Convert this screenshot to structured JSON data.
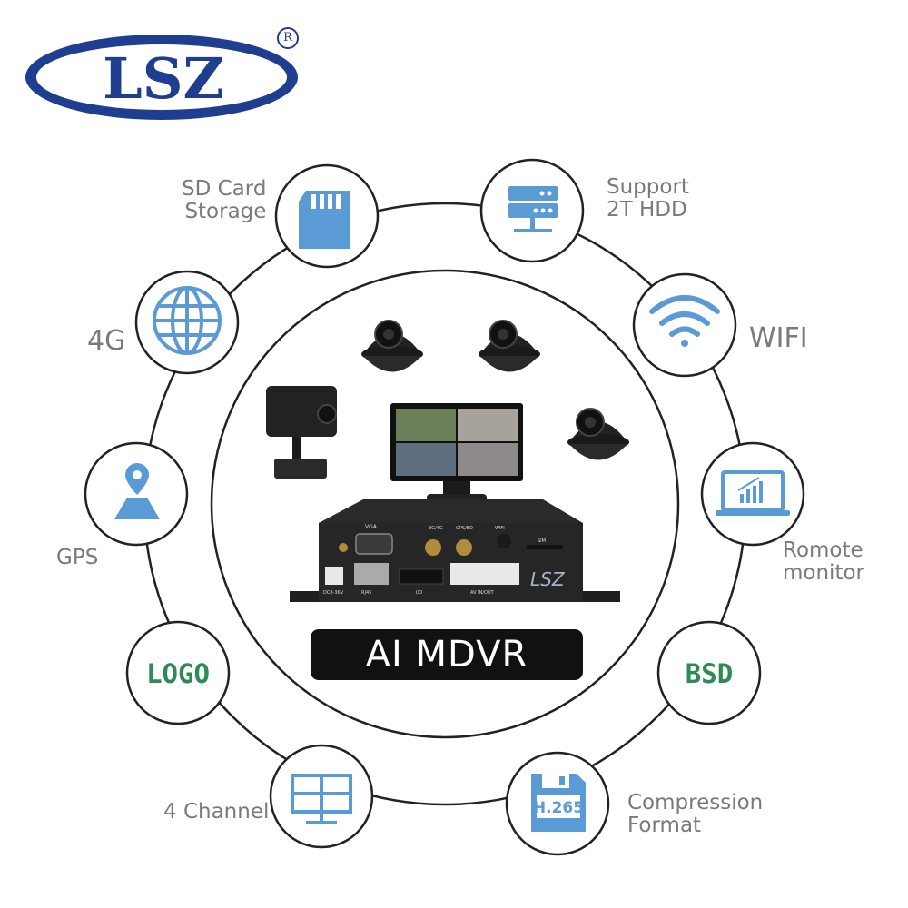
{
  "brand": {
    "logo_text": "LSZ",
    "registered_mark": "R",
    "color": "#1f3e8f"
  },
  "product": {
    "title": "AI MDVR",
    "device_brand_text": "LSZ"
  },
  "device_ports": {
    "vga": "VGA",
    "antenna_a": "3G/4G",
    "antenna_b": "GPS/BD",
    "wifi": "WIFI",
    "sim": "SIM",
    "power": "DC8-36V",
    "rj45": "RJ45",
    "io": "I/O",
    "av": "AV IN/OUT"
  },
  "features": {
    "sd_card": {
      "line1": "SD Card",
      "line2": "Storage",
      "icon": "sd-card-icon"
    },
    "hdd": {
      "line1": "Support",
      "line2": "2T HDD",
      "icon": "server-icon"
    },
    "g4": {
      "label": "4G",
      "icon": "globe-icon"
    },
    "wifi": {
      "label": "WIFI",
      "icon": "wifi-icon"
    },
    "gps": {
      "label": "GPS",
      "icon": "map-pin-icon"
    },
    "remote": {
      "line1": "Romote",
      "line2": "monitor",
      "icon": "laptop-chart-icon"
    },
    "logo": {
      "badge": "LOGO",
      "icon": "logo-badge-icon"
    },
    "bsd": {
      "badge": "BSD",
      "icon": "bsd-badge-icon"
    },
    "channel": {
      "label": "4 Channel",
      "icon": "monitor-quad-icon"
    },
    "compression": {
      "line1": "Compression",
      "line2": "Format",
      "badge": "H.265",
      "icon": "floppy-icon"
    }
  },
  "colors": {
    "icon_blue": "#5b9bd5",
    "badge_green": "#2e8b57",
    "ring": "#222222",
    "label_gray": "#7a7a7a"
  }
}
